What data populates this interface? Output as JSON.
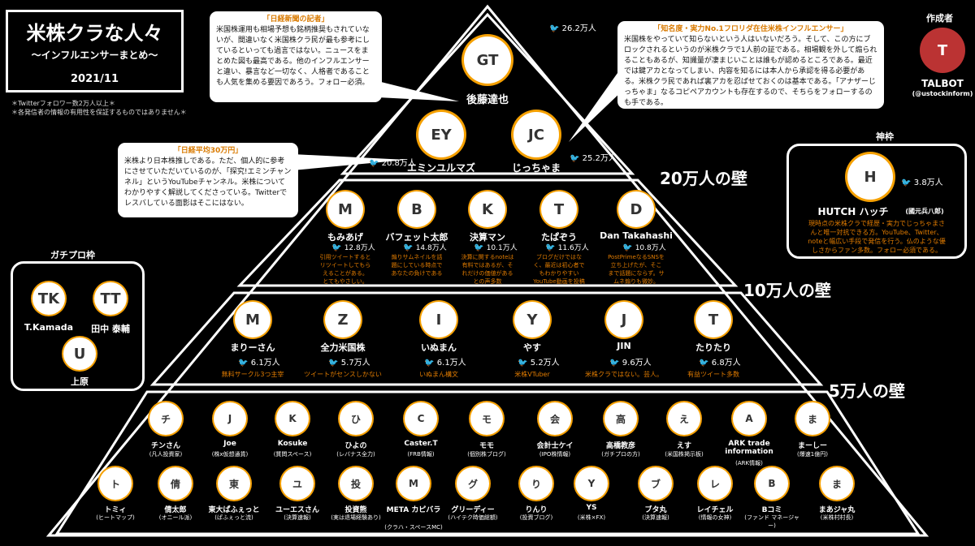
{
  "title": {
    "main": "米株クラな人々",
    "sub": "〜インフルエンサーまとめ〜",
    "date": "2021/11"
  },
  "notes": [
    "＊Twitterフォロワー数2万人以上＊",
    "＊各発信者の情報の有用性を保証するものではありません＊"
  ],
  "walls": {
    "w20": "20万人の壁",
    "w10": "10万人の壁",
    "w5": "5万人の壁"
  },
  "top": {
    "goto": {
      "name": "後藤達也",
      "count": "26.2万人",
      "avatar": "GT"
    },
    "emin": {
      "name": "エミンユルマズ",
      "count": "20.8万人",
      "avatar": "EY"
    },
    "jicchama": {
      "name": "じっちゃま",
      "count": "25.2万人",
      "avatar": "JC"
    }
  },
  "bubbles": {
    "goto": {
      "title": "「日経新聞の記者」",
      "body": "米国株運用も相場予想も銘柄推奨もされていないが、間違いなく米国株クラ民が最も参考にしているといっても過言ではない。ニュースをまとめた図も最高である。他のインフルエンサーと違い、暴言など一切なく、人格者であることも人気を集める要因であろう。フォロー必須。"
    },
    "jicchama": {
      "title": "「知名度・実力No.1フロリダ在住米株インフルエンサー」",
      "body": "米国株をやっていて知らないという人はいないだろう。そして、この方にブロックされるというのが米株クラで1人前の証である。相場観を外して煽られることもあるが、知識量が凄まじいことは誰もが認めるところである。最近では鍵アカとなってしまい、内容を知るには本人から承認を得る必要がある。米株クラ民であれば裏アカを忍ばせておくのは基本である。「アナザーじっちゃま」なるコピペアカウントも存在するので、そちらをフォローするのも手である。"
    },
    "emin": {
      "title": "「日経平均30万円」",
      "body": "米株より日本株推しである。ただ、個人的に参考にさせていただいているのが、「探究!エミンチャンネル」というYouTubeチャンネル。米株についてわかりやすく解説してくださっている。Twitterでレスバしている面影はそこにはない。"
    }
  },
  "tier2": [
    {
      "name": "もみあげ",
      "count": "12.8万人",
      "desc": [
        "引用ツイートすると",
        "リツイートしてもら",
        "えることがある。",
        "とてもやさしい。"
      ],
      "avatar": "M"
    },
    {
      "name": "バフェット太郎",
      "count": "14.8万人",
      "desc": [
        "煽りサムネイルを話",
        "題にしている時点で",
        "あなたの負けである"
      ],
      "avatar": "B"
    },
    {
      "name": "決算マン",
      "count": "10.1万人",
      "desc": [
        "決算に関するnoteは",
        "有料ではあるが、そ",
        "れだけの価値がある",
        "との声多数"
      ],
      "avatar": "K"
    },
    {
      "name": "たぱぞう",
      "count": "11.6万人",
      "desc": [
        "ブログだけではな",
        "く、最近は初心者で",
        "もわかりやすい",
        "YouTube動画を投稿"
      ],
      "avatar": "T"
    },
    {
      "name": "Dan Takahashi",
      "count": "10.8万人",
      "desc": [
        "PostPrimeなるSNSを",
        "立ち上げたが、そこ",
        "まで話題にならず。サ",
        "ムネ煽りも微妙。"
      ],
      "avatar": "D"
    }
  ],
  "tier3": [
    {
      "name": "まりーさん",
      "count": "6.1万人",
      "desc": "無料サークル3つ主宰",
      "avatar": "M"
    },
    {
      "name": "全力米国株",
      "count": "5.7万人",
      "desc": "ツイートがセンスしかない",
      "avatar": "Z"
    },
    {
      "name": "いぬまん",
      "count": "6.1万人",
      "desc": "いぬまん構文",
      "avatar": "I"
    },
    {
      "name": "やす",
      "count": "5.2万人",
      "desc": "米株VTuber",
      "avatar": "Y"
    },
    {
      "name": "JIN",
      "count": "9.6万人",
      "desc": "米株クラではない。芸人。",
      "avatar": "J"
    },
    {
      "name": "たりたり",
      "count": "6.8万人",
      "desc": "有益ツイート多数",
      "avatar": "T"
    }
  ],
  "tier4a": [
    {
      "name": "チンさん",
      "sub": "(凡人投資家)"
    },
    {
      "name": "Joe",
      "sub": "(株x仮想通貨)"
    },
    {
      "name": "Kosuke",
      "sub": "(質問スペース)"
    },
    {
      "name": "ひよの",
      "sub": "(レバナス全力)"
    },
    {
      "name": "Caster.T",
      "sub": "(FRB情報)"
    },
    {
      "name": "モモ",
      "sub": "(個別株ブログ)"
    },
    {
      "name": "会計士ケイ",
      "sub": "(IPO株情報)"
    },
    {
      "name": "高橋教彦",
      "sub": "(ガチプロの方)"
    },
    {
      "name": "えす",
      "sub": "(米国株掲示板)"
    },
    {
      "name": "ARK trade information",
      "sub": "(ARK情報)"
    },
    {
      "name": "まーしー",
      "sub": "(爆速1億円)"
    }
  ],
  "tier4b": [
    {
      "name": "トミィ",
      "sub": "(ヒートマップ)"
    },
    {
      "name": "倩太郎",
      "sub": "(オニール派)"
    },
    {
      "name": "東大ぱふぇっと",
      "sub": "(ぱふぇっと流)"
    },
    {
      "name": "ユーエスさん",
      "sub": "(決算速報)"
    },
    {
      "name": "投資熊",
      "sub": "(実は退場経験あり)"
    },
    {
      "name": "META カピバラ",
      "sub": "(クラハ・スペースMC)"
    },
    {
      "name": "グリーディー",
      "sub": "(ハイテク時価総額)"
    },
    {
      "name": "りんり",
      "sub": "(投資ブログ)"
    },
    {
      "name": "YS",
      "sub": "(米株×FX)"
    },
    {
      "name": "ブタ丸",
      "sub": "(決算速報)"
    },
    {
      "name": "レイチェル",
      "sub": "(情報の女神)"
    },
    {
      "name": "Bコミ",
      "sub": "(ファンド マネージャー)"
    },
    {
      "name": "まあジャ丸",
      "sub": "(米株村村長)"
    }
  ],
  "gachi": {
    "header": "ガチプロ枠",
    "people": [
      "T.Kamada",
      "田中 泰輔",
      "上原"
    ]
  },
  "kami": {
    "header": "神枠",
    "name": "HUTCH ハッチ",
    "tag": "(國元兵八郎)",
    "count": "3.8万人",
    "desc": [
      "現時点の米株クラで経歴・実力でじっちゃまさ",
      "んと唯一対抗できる方。YouTube、Twitter、",
      "noteと幅広い手段で発信を行う。仏のような優",
      "しさからファン多数。フォロー必須である。"
    ]
  },
  "author": {
    "header": "作成者",
    "name": "TALBOT",
    "handle": "(@ustockinform)"
  },
  "colors": {
    "accent": "#e07b00",
    "bird": "#1d9bf0",
    "ring": "#f5a000"
  }
}
